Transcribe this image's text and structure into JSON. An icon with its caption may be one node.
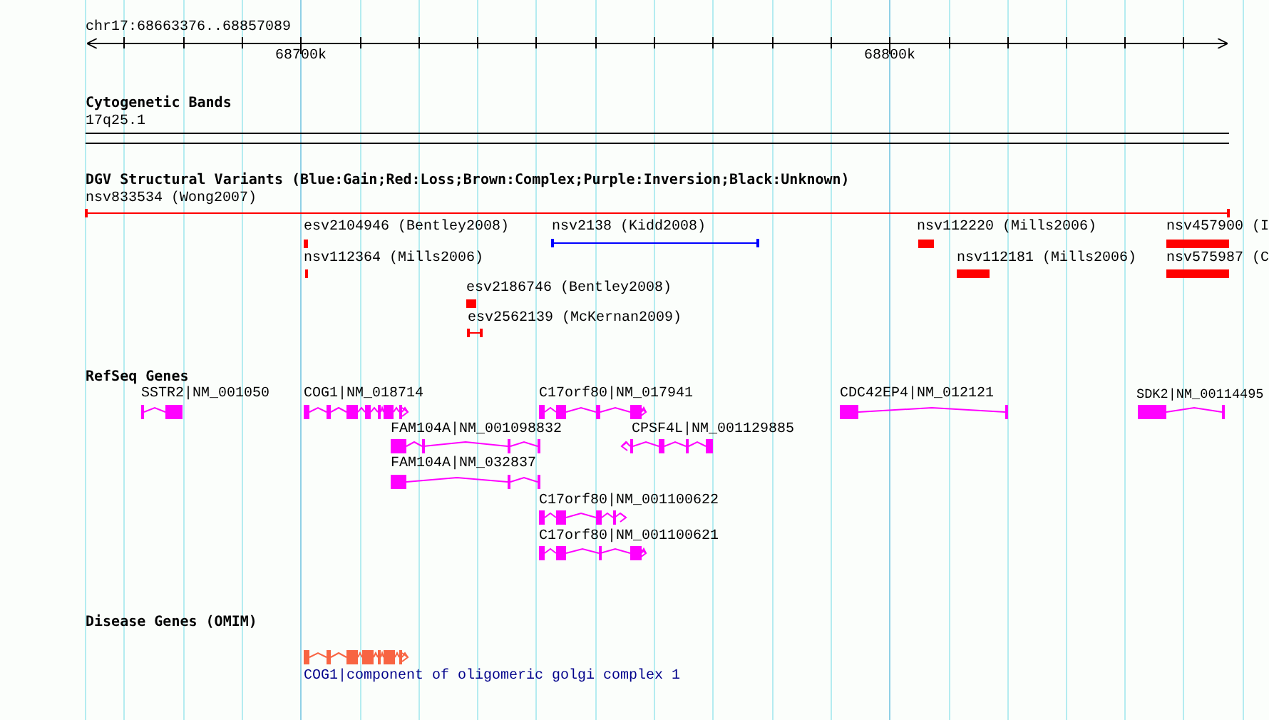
{
  "diagram": {
    "labels": [
      "chr17:68663376..68857089",
      "68700k",
      "68800k",
      "Cytogenetic Bands",
      "17q25.1",
      "DGV Structural Variants (Blue:Gain;Red:Loss;Brown:Complex;Purple:Inversion;Black:Unknown)",
      "nsv833534 (Wong2007)",
      "esv2104946 (Bentley2008)",
      "nsv2138 (Kidd2008)",
      "nsv112220 (Mills2006)",
      "nsv457900 (I",
      "nsv112364 (Mills2006)",
      "nsv112181 (Mills2006)",
      "nsv575987 (C",
      "esv2186746 (Bentley2008)",
      "esv2562139 (McKernan2009)",
      "RefSeq Genes",
      "SSTR2|NM_001050",
      "COG1|NM_018714",
      "C17orf80|NM_017941",
      "CDC42EP4|NM_012121",
      "SDK2|NM_00114495",
      "FAM104A|NM_001098832",
      "CPSF4L|NM_001129885",
      "FAM104A|NM_032837",
      "C17orf80|NM_001100622",
      "C17orf80|NM_001100621",
      "Disease Genes (OMIM)",
      "COG1|component of oligomeric golgi complex 1"
    ]
  }
}
